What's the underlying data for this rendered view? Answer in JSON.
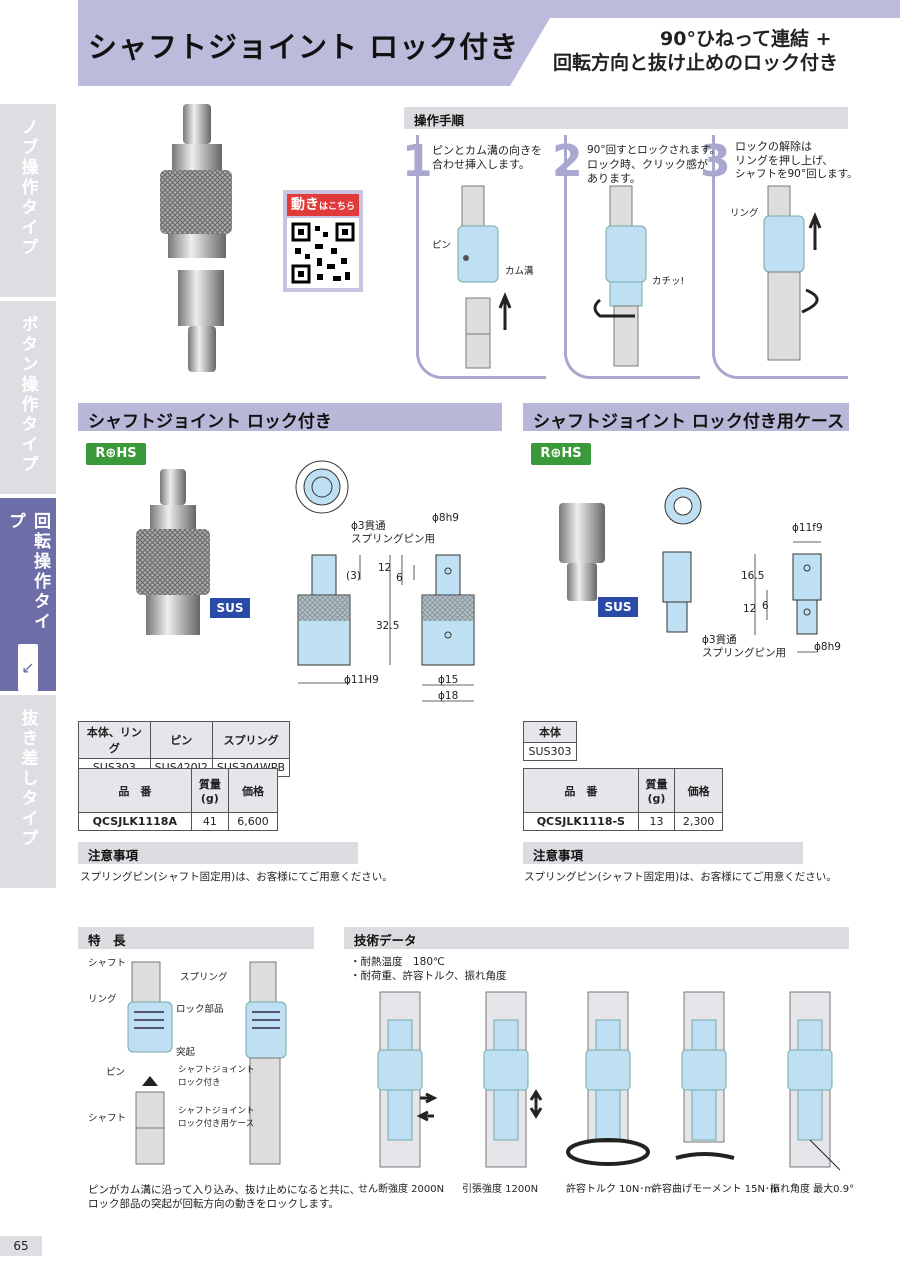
{
  "header": {
    "title": "シャフトジョイント ロック付き",
    "subtitle_line1": "90°ひねって連結 +",
    "subtitle_line2": "回転方向と抜け止めのロック付き"
  },
  "sidebar": [
    {
      "label": "ノブ操作タイプ",
      "active": false
    },
    {
      "label": "ボタン操作タイプ",
      "active": false
    },
    {
      "label": "回転操作タイプ",
      "active": true
    },
    {
      "label": "抜き差しタイプ",
      "active": false
    }
  ],
  "qr": {
    "label_main": "動き",
    "label_sub": "はこちら"
  },
  "procedure": {
    "title": "操作手順",
    "steps": [
      {
        "num": "1",
        "text_line1": "ピンとカム溝の向きを",
        "text_line2": "合わせ挿入します。",
        "text_line3": "",
        "labels": [
          "ピン",
          "カム溝"
        ]
      },
      {
        "num": "2",
        "text_line1": "90°回すとロックされます。",
        "text_line2": "ロック時、クリック感が",
        "text_line3": "あります。",
        "labels": [
          "カチッ!"
        ]
      },
      {
        "num": "3",
        "text_line1": "ロックの解除は",
        "text_line2": "リングを押し上げ、",
        "text_line3": "シャフトを90°回します。",
        "labels": [
          "リング"
        ]
      }
    ]
  },
  "left_product": {
    "title": "シャフトジョイント ロック付き",
    "rohs": "R⊕HS",
    "material_badge": "SUS",
    "dims": {
      "pin": "ϕ3貫通",
      "pin2": "スプリングピン用",
      "d1": "ϕ8h9",
      "d2": "ϕ11H9",
      "d3": "ϕ15",
      "d4": "ϕ18",
      "l1": "(3)",
      "l2": "12",
      "l3": "6",
      "l4": "32.5"
    },
    "materials": {
      "headers": [
        "本体、リング",
        "ピン",
        "スプリング"
      ],
      "values": [
        "SUS303",
        "SUS420J2",
        "SUS304WPB"
      ]
    },
    "spec": {
      "h_part": "品　番",
      "h_mass": "質量",
      "h_mass_unit": "(g)",
      "h_price": "価格",
      "part": "QCSJLK1118A",
      "mass": "41",
      "price": "6,600"
    },
    "note_title": "注意事項",
    "note": "スプリングピン(シャフト固定用)は、お客様にてご用意ください。"
  },
  "right_product": {
    "title": "シャフトジョイント ロック付き用ケース",
    "rohs": "R⊕HS",
    "material_badge": "SUS",
    "dims": {
      "d1": "ϕ11f9",
      "l1": "16.5",
      "l2": "12",
      "l3": "6",
      "pin": "ϕ3貫通",
      "pin2": "スプリングピン用",
      "d2": "ϕ8h9"
    },
    "materials": {
      "headers": [
        "本体"
      ],
      "values": [
        "SUS303"
      ]
    },
    "spec": {
      "h_part": "品　番",
      "h_mass": "質量",
      "h_mass_unit": "(g)",
      "h_price": "価格",
      "part": "QCSJLK1118-S",
      "mass": "13",
      "price": "2,300"
    },
    "note_title": "注意事項",
    "note": "スプリングピン(シャフト固定用)は、お客様にてご用意ください。"
  },
  "features": {
    "title": "特　長",
    "labels": [
      "シャフト",
      "スプリング",
      "リング",
      "ロック部品",
      "突起",
      "ピン",
      "シャフトジョイント",
      "ロック付き",
      "シャフト",
      "シャフトジョイント",
      "ロック付き用ケース"
    ],
    "desc_line1": "ピンがカム溝に沿って入り込み、抜け止めになると共に、",
    "desc_line2": "ロック部品の突起が回転方向の動きをロックします。"
  },
  "tech": {
    "title": "技術データ",
    "bullet1": "・耐熱温度　180℃",
    "bullet2": "・耐荷重、許容トルク、振れ角度",
    "items": [
      "せん断強度 2000N",
      "引張強度 1200N",
      "許容トルク 10N･m",
      "許容曲げモーメント 15N･m",
      "振れ角度 最大0.9°"
    ]
  },
  "page_number": "65",
  "colors": {
    "accent": "#b9b7d8",
    "sidebar_active": "#6d6da8",
    "part_blue": "#bfe0f2",
    "rohs": "#3a9a3a",
    "sus": "#2a4aa8"
  }
}
